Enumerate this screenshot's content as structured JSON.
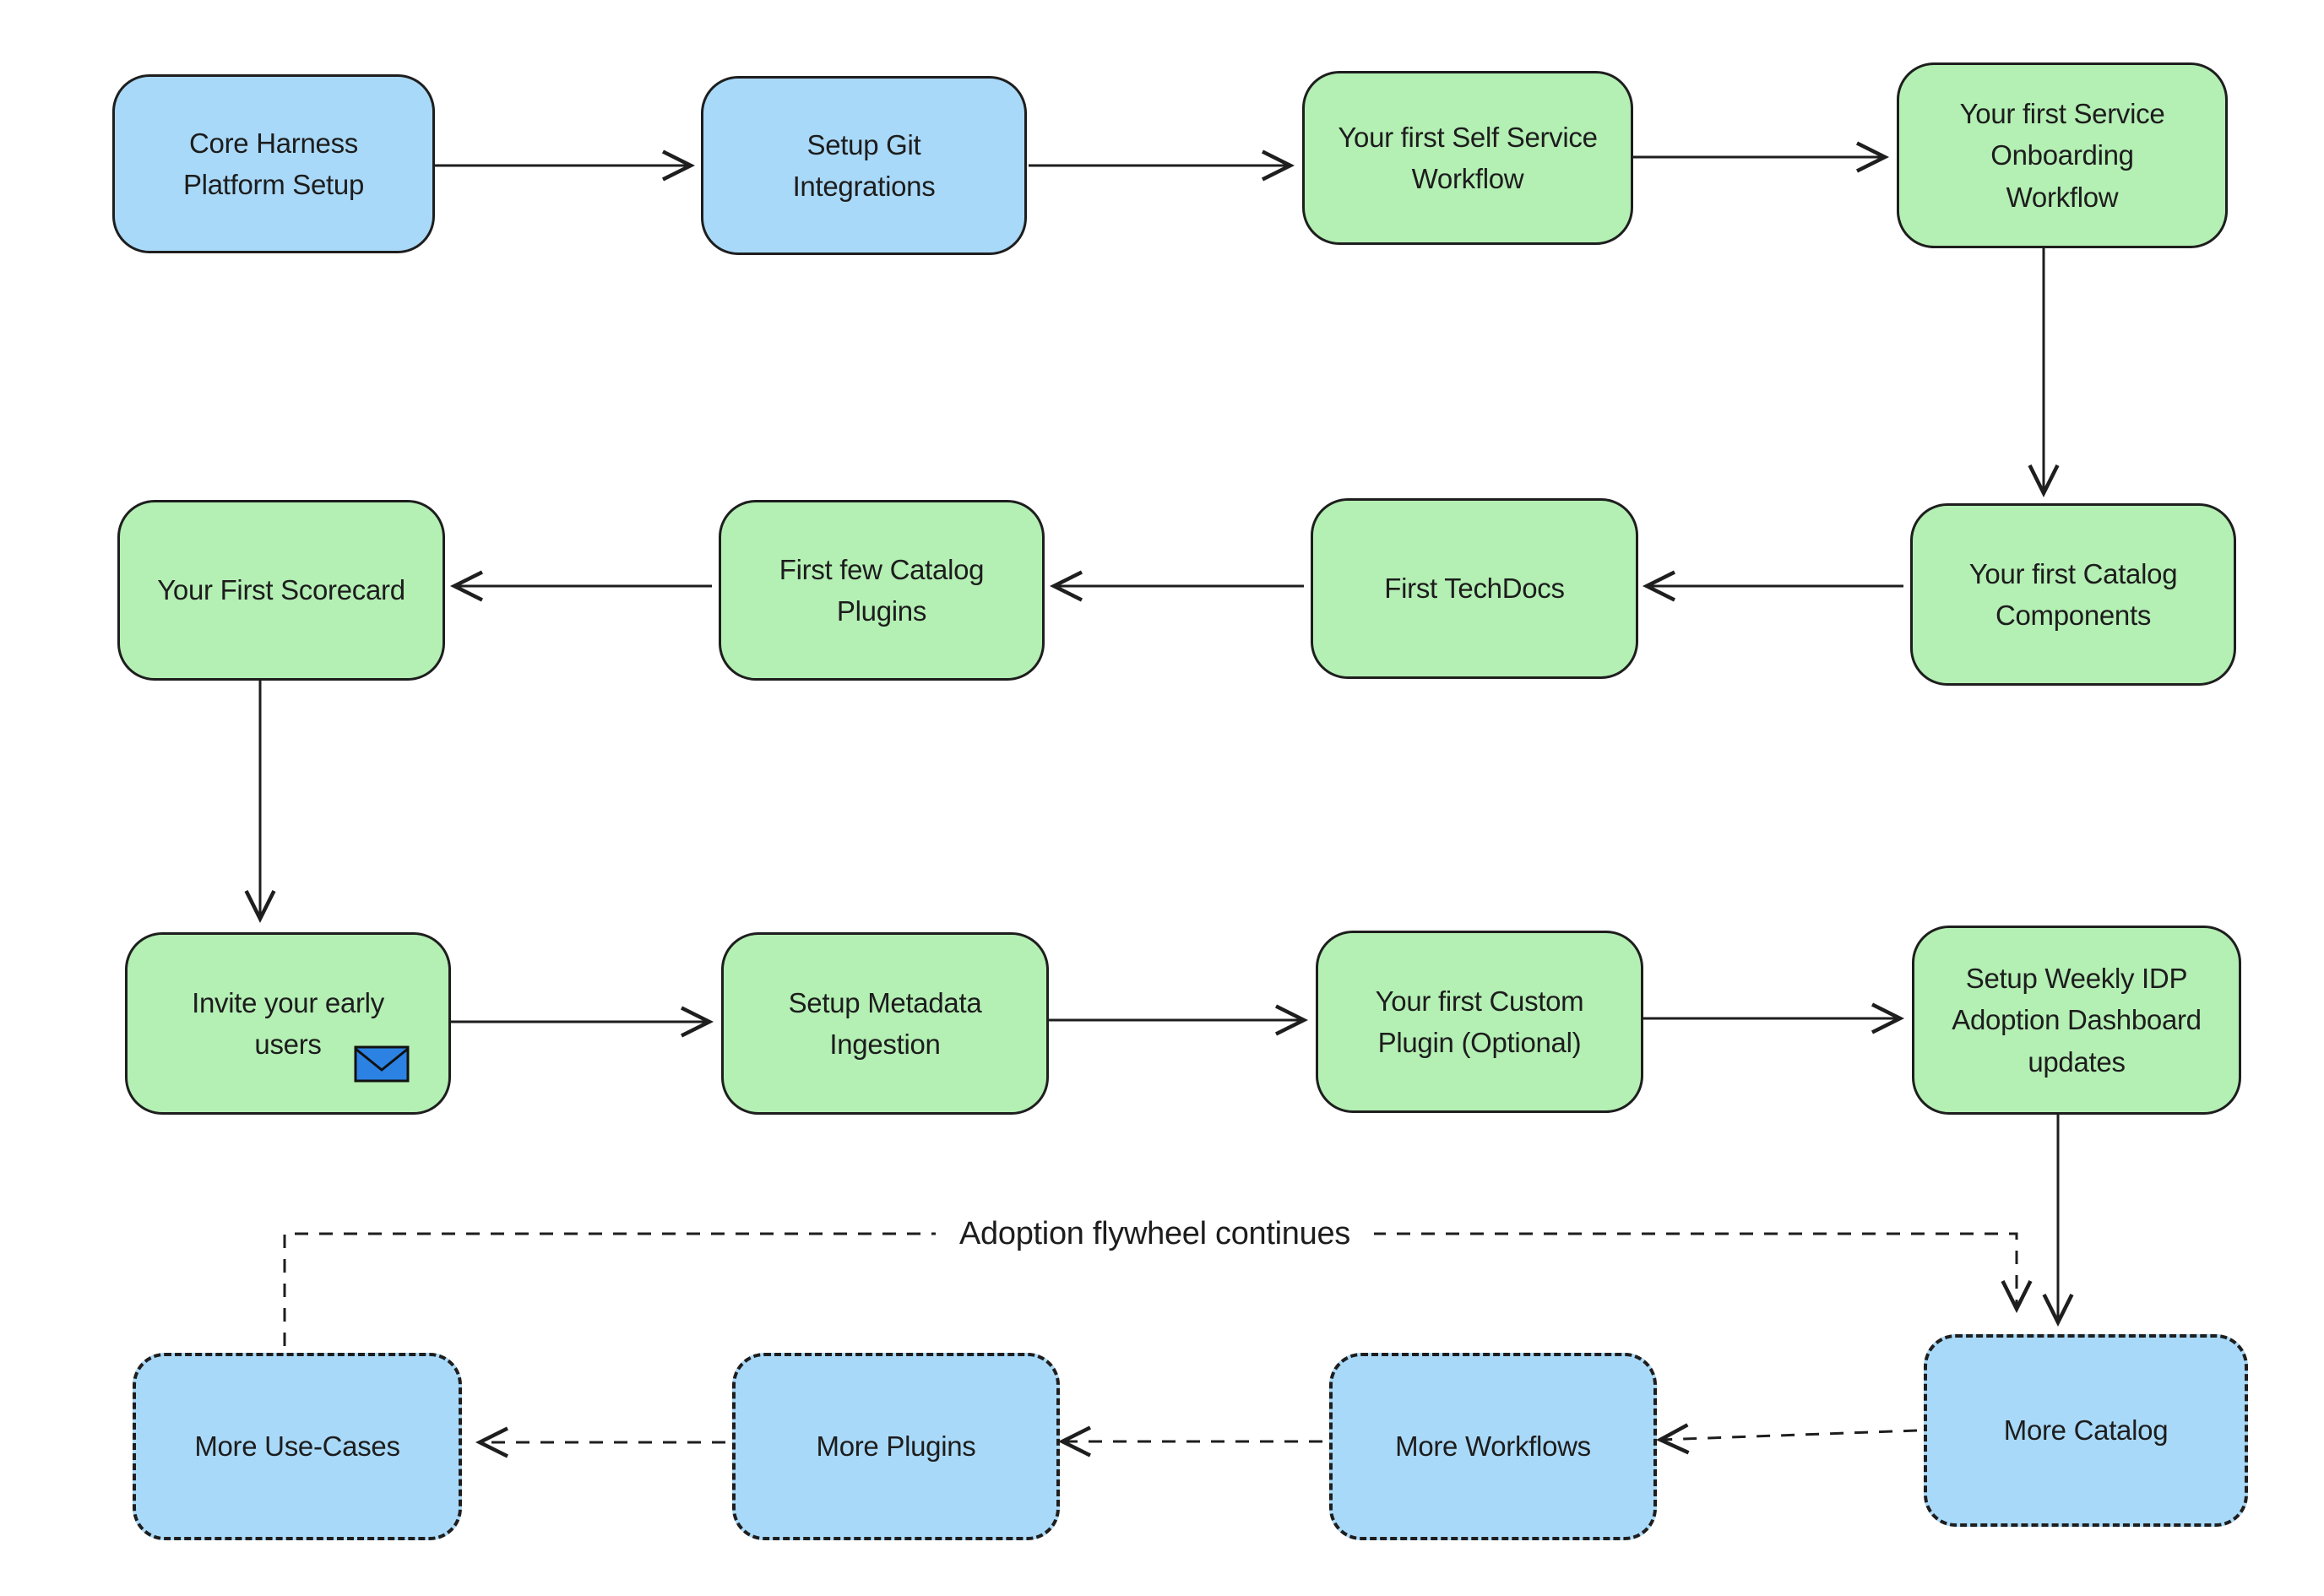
{
  "diagram": {
    "flywheel_label": "Adoption flywheel continues",
    "colors": {
      "blue_fill": "#a9d9f8",
      "green_fill": "#b4efb4",
      "stroke": "#1e1e1e",
      "envelope_blue": "#2b82e3",
      "background": "#ffffff"
    },
    "nodes": {
      "core_harness": {
        "label": "Core Harness\nPlatform Setup",
        "style": "blue-solid"
      },
      "git_integrations": {
        "label": "Setup Git\nIntegrations",
        "style": "blue-solid"
      },
      "self_service_workflow": {
        "label": "Your first Self Service\nWorkflow",
        "style": "green-solid"
      },
      "service_onboarding_workflow": {
        "label": "Your first Service\nOnboarding\nWorkflow",
        "style": "green-solid"
      },
      "first_scorecard": {
        "label": "Your First Scorecard",
        "style": "green-solid"
      },
      "catalog_plugins": {
        "label": "First few Catalog\nPlugins",
        "style": "green-solid"
      },
      "first_techdocs": {
        "label": "First TechDocs",
        "style": "green-solid"
      },
      "catalog_components": {
        "label": "Your first Catalog\nComponents",
        "style": "green-solid"
      },
      "invite_users": {
        "label": "Invite your early\nusers",
        "style": "green-solid",
        "icon": "envelope"
      },
      "metadata_ingestion": {
        "label": "Setup Metadata\nIngestion",
        "style": "green-solid"
      },
      "custom_plugin": {
        "label": "Your first Custom\nPlugin (Optional)",
        "style": "green-solid"
      },
      "weekly_dashboard": {
        "label": "Setup Weekly IDP\nAdoption Dashboard\nupdates",
        "style": "green-solid"
      },
      "more_use_cases": {
        "label": "More Use-Cases",
        "style": "blue-dashed"
      },
      "more_plugins": {
        "label": "More Plugins",
        "style": "blue-dashed"
      },
      "more_workflows": {
        "label": "More Workflows",
        "style": "blue-dashed"
      },
      "more_catalog": {
        "label": "More Catalog",
        "style": "blue-dashed"
      }
    },
    "edges": [
      {
        "from": "core_harness",
        "to": "git_integrations",
        "style": "solid"
      },
      {
        "from": "git_integrations",
        "to": "self_service_workflow",
        "style": "solid"
      },
      {
        "from": "self_service_workflow",
        "to": "service_onboarding_workflow",
        "style": "solid"
      },
      {
        "from": "service_onboarding_workflow",
        "to": "catalog_components",
        "style": "solid"
      },
      {
        "from": "catalog_components",
        "to": "first_techdocs",
        "style": "solid"
      },
      {
        "from": "first_techdocs",
        "to": "catalog_plugins",
        "style": "solid"
      },
      {
        "from": "catalog_plugins",
        "to": "first_scorecard",
        "style": "solid"
      },
      {
        "from": "first_scorecard",
        "to": "invite_users",
        "style": "solid"
      },
      {
        "from": "invite_users",
        "to": "metadata_ingestion",
        "style": "solid"
      },
      {
        "from": "metadata_ingestion",
        "to": "custom_plugin",
        "style": "solid"
      },
      {
        "from": "custom_plugin",
        "to": "weekly_dashboard",
        "style": "solid"
      },
      {
        "from": "weekly_dashboard",
        "to": "more_catalog",
        "style": "solid"
      },
      {
        "from": "more_catalog",
        "to": "more_workflows",
        "style": "dashed"
      },
      {
        "from": "more_workflows",
        "to": "more_plugins",
        "style": "dashed"
      },
      {
        "from": "more_plugins",
        "to": "more_use_cases",
        "style": "dashed"
      },
      {
        "from": "more_use_cases",
        "to": "more_catalog",
        "style": "dashed",
        "label": "Adoption flywheel continues"
      }
    ]
  }
}
